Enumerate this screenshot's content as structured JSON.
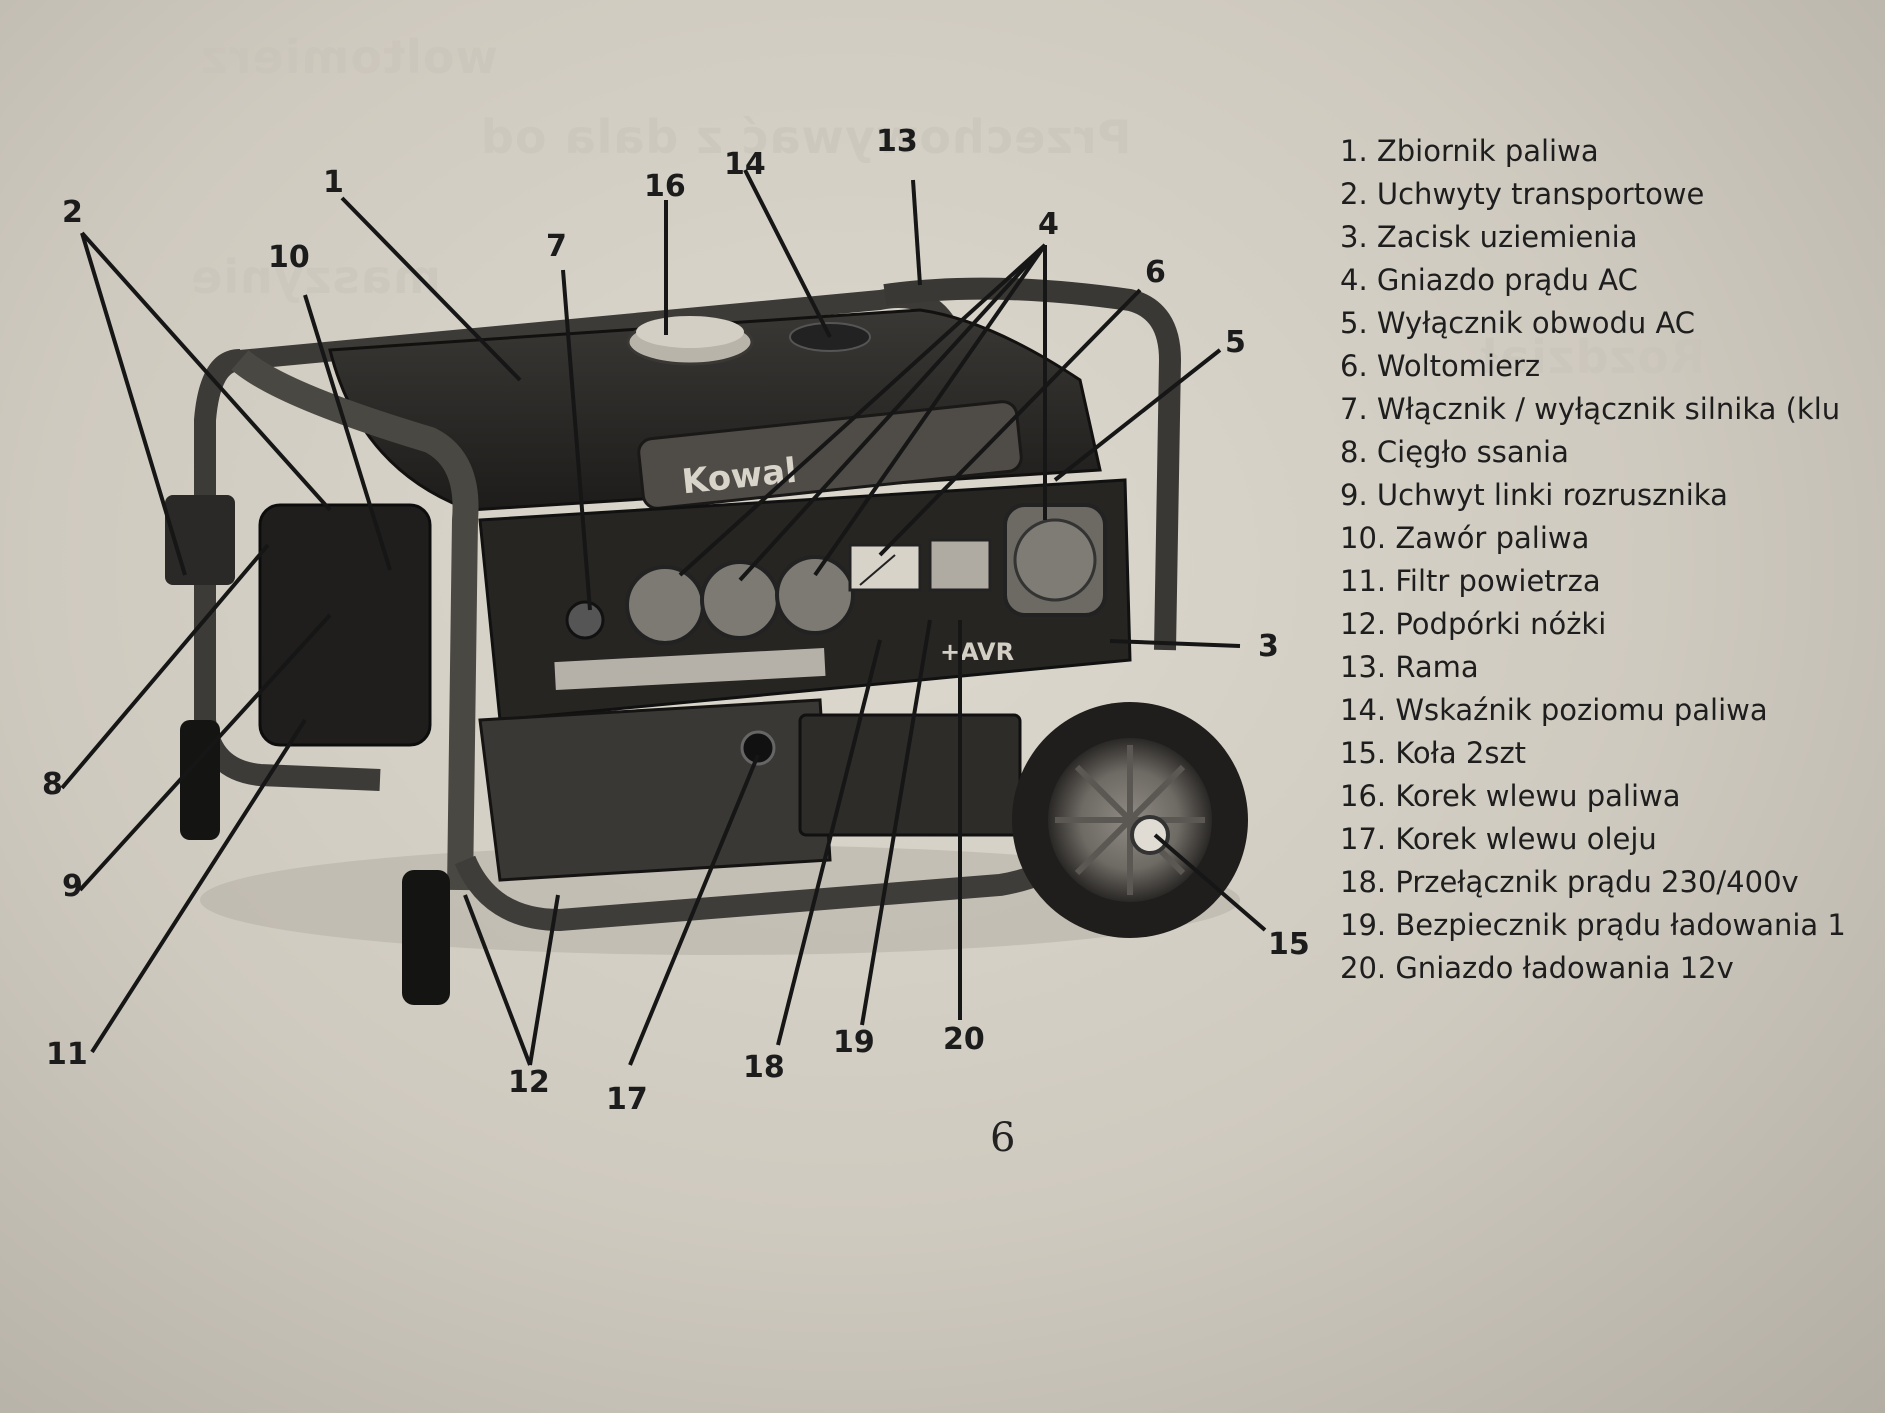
{
  "callouts": {
    "c1": "1",
    "c2": "2",
    "c3": "3",
    "c4": "4",
    "c5": "5",
    "c6": "6",
    "c7": "7",
    "c8": "8",
    "c9": "9",
    "c10": "10",
    "c11": "11",
    "c12": "12",
    "c13": "13",
    "c14": "14",
    "c15": "15",
    "c16": "16",
    "c17": "17",
    "c18": "18",
    "c19": "19",
    "c20": "20"
  },
  "legend": [
    "1. Zbiornik paliwa",
    "2. Uchwyty transportowe",
    "3. Zacisk uziemienia",
    "4. Gniazdo prądu AC",
    "5. Wyłącznik obwodu AC",
    "6. Woltomierz",
    "7. Włącznik / wyłącznik silnika (klu",
    "8. Cięgło ssania",
    "9. Uchwyt linki rozrusznika",
    "10. Zawór paliwa",
    "11. Filtr powietrza",
    "12. Podpórki nóżki",
    "13. Rama",
    "14. Wskaźnik poziomu paliwa",
    "15. Koła 2szt",
    "16. Korek wlewu paliwa",
    "17. Korek wlewu oleju",
    "18. Przełącznik prądu 230/400v",
    "19. Bezpiecznik prądu ładowania 1",
    "20. Gniazdo ładowania 12v"
  ],
  "generator": {
    "brand": "Kowal",
    "panel_label": "+AVR"
  },
  "page_number": "6"
}
